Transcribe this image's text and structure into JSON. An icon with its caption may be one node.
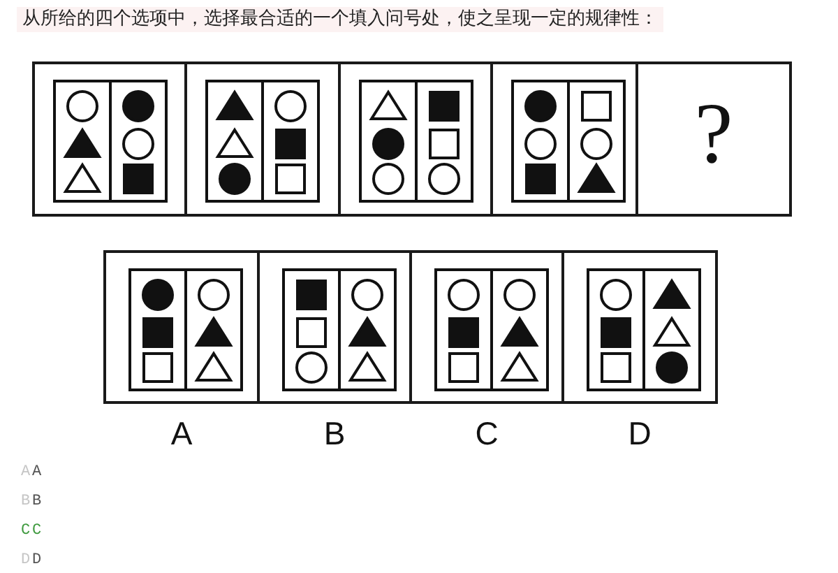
{
  "diagram": {
    "title": "从所给的四个选项中，选择最合适的一个填入问号处，使之呈现一定的规律性：",
    "nodes": [
      {
        "text": [],
        "shape": "box"
      },
      {
        "text": [],
        "shape": "box"
      },
      {
        "text": [],
        "shape": "box"
      },
      {
        "text": [],
        "shape": "box"
      },
      {
        "text": [
          "?"
        ]
      },
      {
        "text": [],
        "shape": "box",
        "beside": [
          "A"
        ]
      },
      {
        "text": [],
        "shape": "box",
        "beside": [
          "B"
        ]
      },
      {
        "text": [],
        "shape": "box",
        "beside": [
          "C"
        ]
      },
      {
        "text": [],
        "shape": "box",
        "beside": [
          "D"
        ]
      }
    ],
    "labels": [
      "A",
      "A",
      "B",
      "B",
      "C",
      "C",
      "D",
      "D"
    ]
  }
}
